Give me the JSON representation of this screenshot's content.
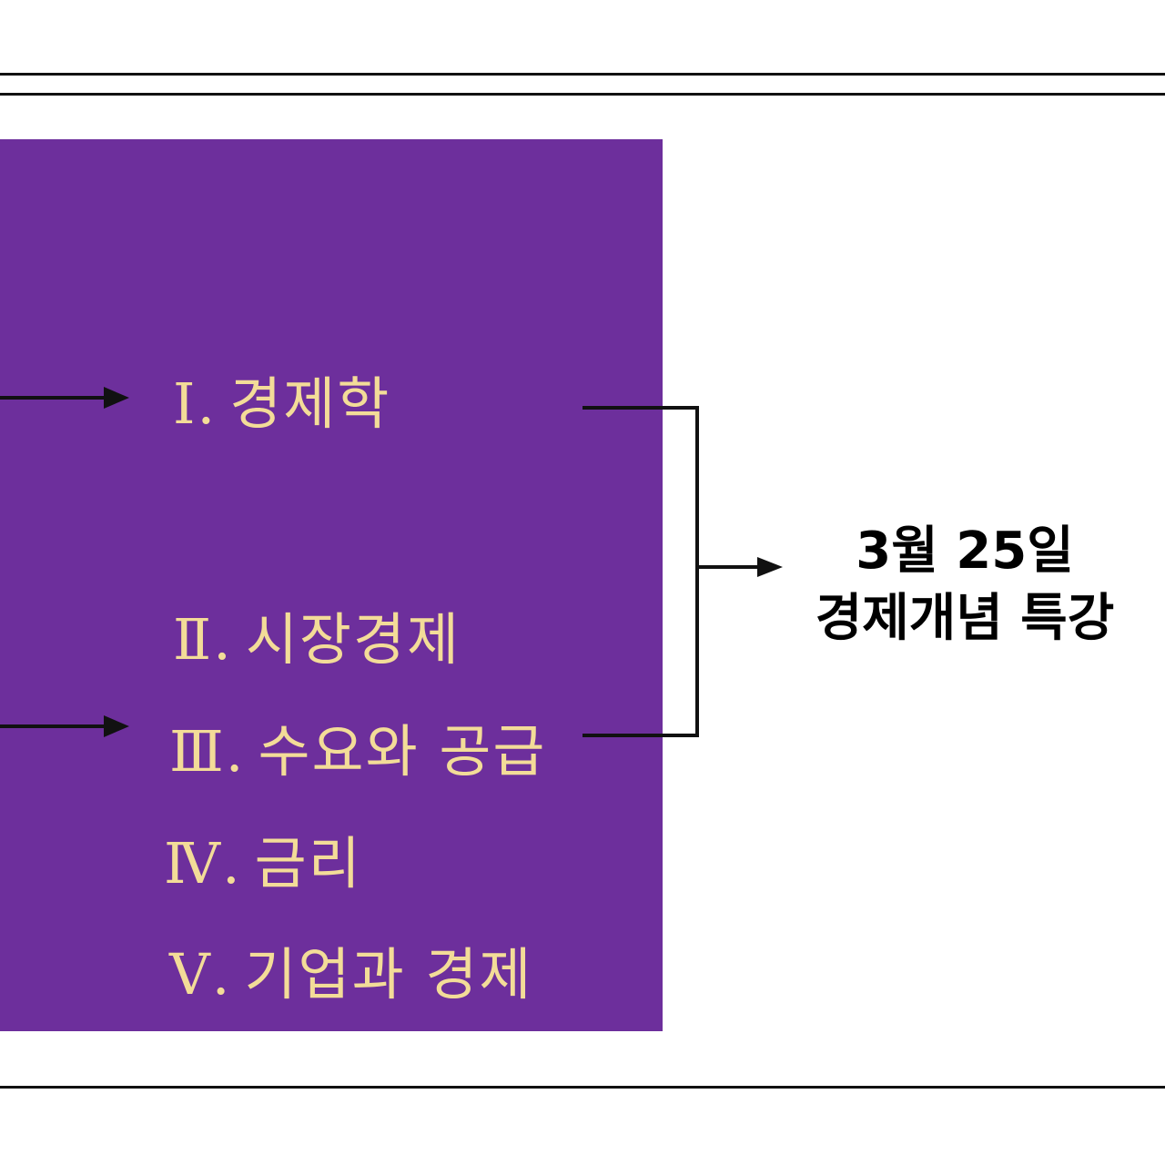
{
  "colors": {
    "panel": "#6d2f9c",
    "item_text": "#f3dc98",
    "lines": "#111111",
    "label_text": "#000000"
  },
  "items": [
    {
      "num": "Ⅰ.",
      "label": "경제학"
    },
    {
      "num": "Ⅱ.",
      "label": "시장경제"
    },
    {
      "num": "Ⅲ.",
      "label": "수요와 공급"
    },
    {
      "num": "Ⅳ.",
      "label": "금리"
    },
    {
      "num": "Ⅴ.",
      "label": "기업과 경제"
    }
  ],
  "target": {
    "line1": "3월 25일",
    "line2": "경제개념 특강"
  },
  "icons": [
    "arrow-right-icon",
    "bracket-connector-icon"
  ]
}
